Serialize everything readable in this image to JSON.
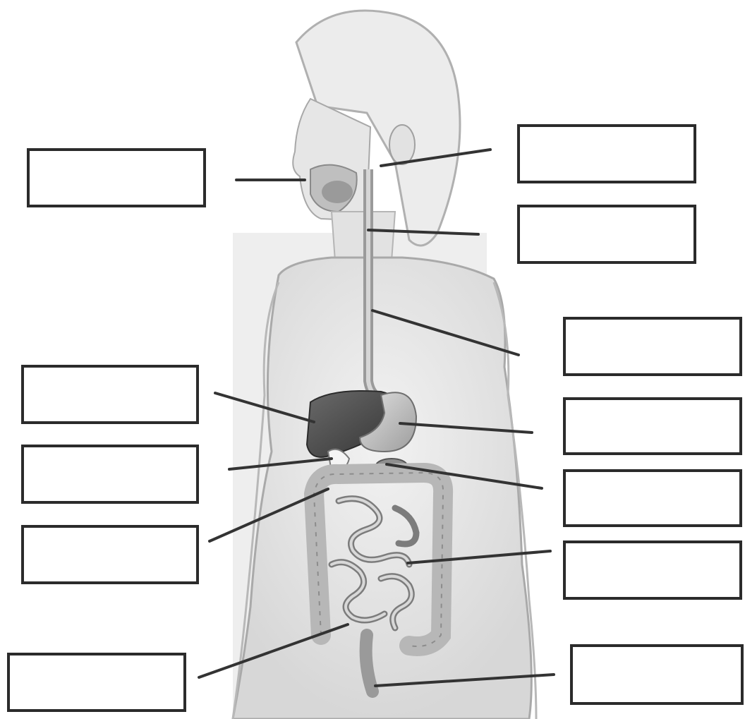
{
  "diagram": {
    "label_boxes": [
      {
        "id": "box-mouth",
        "text": ""
      },
      {
        "id": "box-salivary",
        "text": ""
      },
      {
        "id": "box-pharynx",
        "text": ""
      },
      {
        "id": "box-esophagus",
        "text": ""
      },
      {
        "id": "box-liver",
        "text": ""
      },
      {
        "id": "box-stomach",
        "text": ""
      },
      {
        "id": "box-gallbladder",
        "text": ""
      },
      {
        "id": "box-pancreas",
        "text": ""
      },
      {
        "id": "box-large-int",
        "text": ""
      },
      {
        "id": "box-small-int",
        "text": ""
      },
      {
        "id": "box-appendix",
        "text": ""
      },
      {
        "id": "box-rectum",
        "text": ""
      }
    ],
    "colors": {
      "line": "#333333",
      "skin": "#e4e4e4",
      "skin_edge": "#9a9a9a",
      "organ_dark": "#4a4a4a",
      "organ_mid": "#bdbdbd",
      "intestine": "#cfcfcf"
    }
  }
}
